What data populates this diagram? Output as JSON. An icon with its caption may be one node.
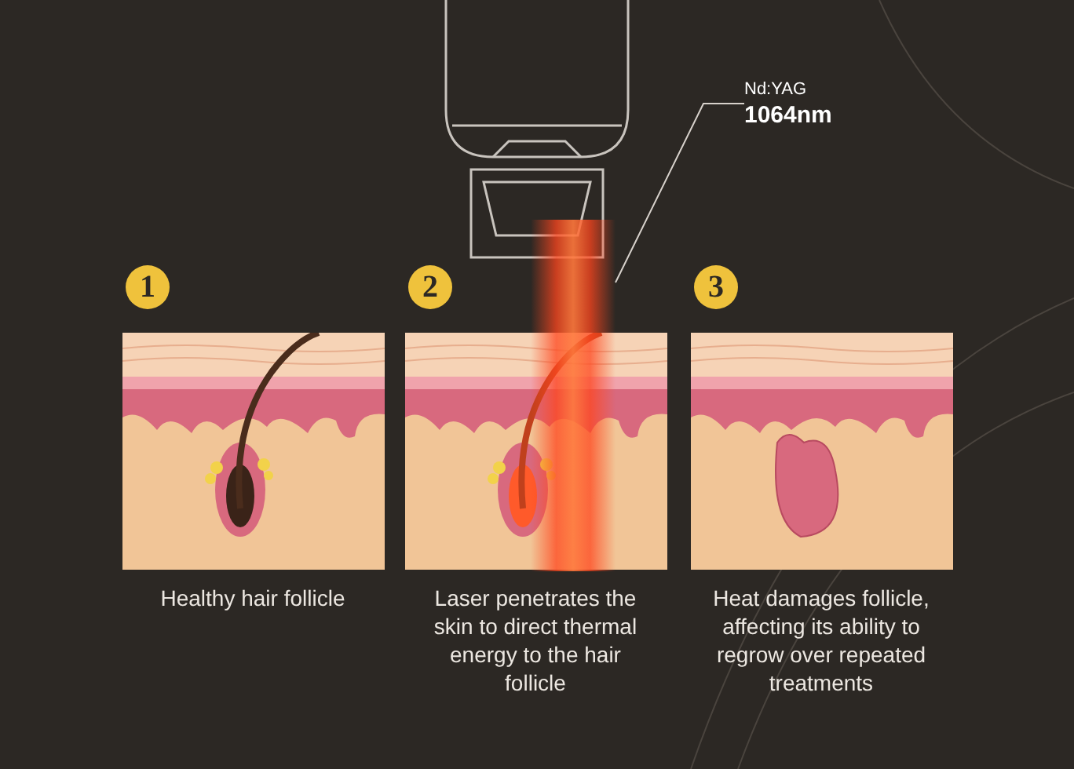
{
  "diagram": {
    "nodes": [
      {
        "text": [
          "Nd:YAG",
          "1064nm"
        ]
      },
      {
        "text": [],
        "shape": "picture"
      }
    ],
    "edges": [
      {
        "from": 0,
        "to": 1,
        "arrow": "none"
      }
    ],
    "labels": [
      "1",
      "2",
      "3",
      "Healthy hair follicle",
      "Laser penetrates the skin to direct thermal energy to the hair follicle",
      "Heat damages follicle, affecting its ability to regrow over repeated treatments"
    ]
  }
}
